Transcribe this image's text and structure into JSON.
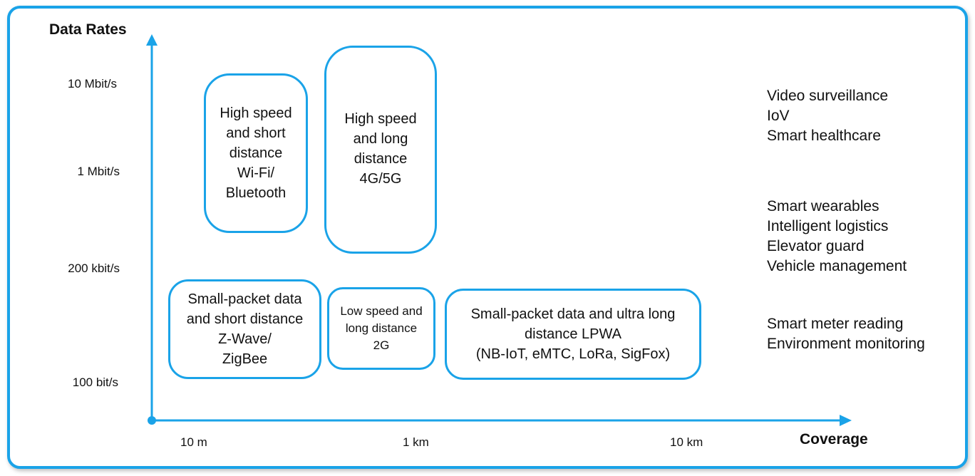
{
  "axes": {
    "y_title": "Data Rates",
    "x_title": "Coverage",
    "y_ticks": [
      "10 Mbit/s",
      "1 Mbit/s",
      "200 kbit/s",
      "100 bit/s"
    ],
    "x_ticks": [
      "10 m",
      "1 km",
      "10 km"
    ]
  },
  "boxes": [
    {
      "id": "high-speed-short",
      "text": "High speed\nand short\ndistance\nWi-Fi/\nBluetooth"
    },
    {
      "id": "high-speed-long",
      "text": "High speed\nand long\ndistance\n4G/5G"
    },
    {
      "id": "small-packet-short",
      "text": "Small-packet data\nand short distance\nZ-Wave/\nZigBee"
    },
    {
      "id": "low-speed-long",
      "text": "Low speed and\nlong distance\n2G"
    },
    {
      "id": "small-packet-ultra-long",
      "text": "Small-packet data and ultra long\ndistance LPWA\n(NB-IoT, eMTC, LoRa, SigFox)"
    }
  ],
  "applications": [
    {
      "text": "Video surveillance\nIoV\nSmart healthcare"
    },
    {
      "text": "Smart wearables\nIntelligent logistics\nElevator guard\nVehicle management"
    },
    {
      "text": "Smart meter reading\nEnvironment monitoring"
    }
  ],
  "colors": {
    "accent": "#1aa3e8"
  }
}
